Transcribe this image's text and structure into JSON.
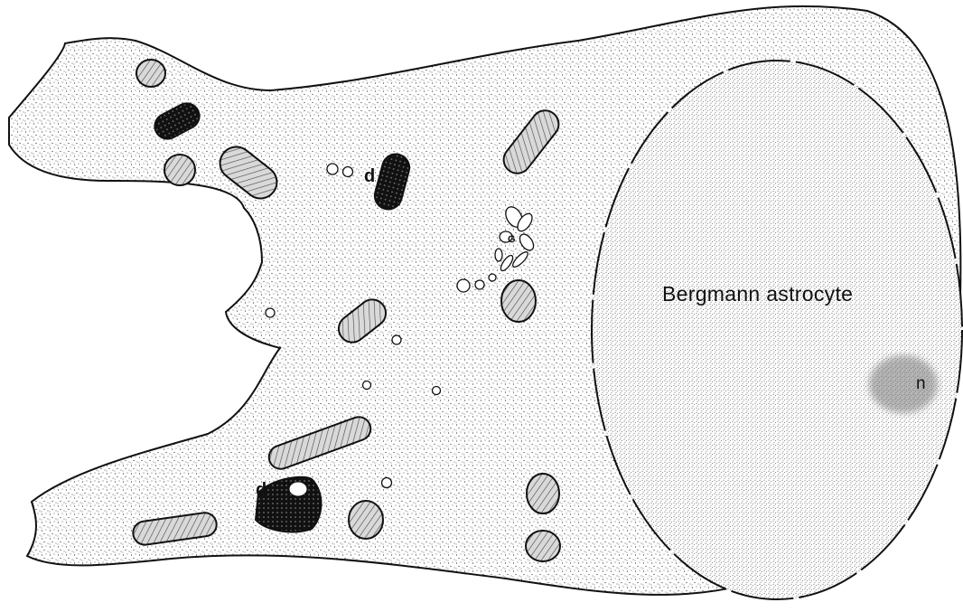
{
  "figure": {
    "cell_label": "Bergmann astrocyte",
    "dense_body_label_upper": "d",
    "dense_body_label_lower": "d",
    "golgi_label": "G",
    "nucleolus_label": "n"
  },
  "colors": {
    "background": "#ffffff",
    "ink": "#111111",
    "stipple": "#2b2b2b"
  }
}
